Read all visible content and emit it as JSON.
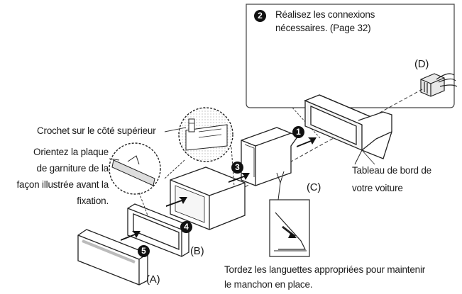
{
  "callout": {
    "step": "2",
    "line1": "Réalisez les connexions",
    "line2": "nécessaires. (Page 32)"
  },
  "labels": {
    "hook": "Crochet sur le côté supérieur",
    "orient_1": "Orientez la plaque",
    "orient_2": "de garniture de la",
    "orient_3": "façon illustrée avant la",
    "orient_4": "fixation.",
    "dashboard_1": "Tableau de bord de",
    "dashboard_2": "votre voiture",
    "tabs_1": "Tordez les languettes appropriées pour maintenir",
    "tabs_2": "le manchon en place."
  },
  "parts": {
    "a": "(A)",
    "b": "(B)",
    "c": "(C)",
    "d": "(D)"
  },
  "steps": {
    "s1": "1",
    "s3": "3",
    "s4": "4",
    "s5": "5"
  }
}
